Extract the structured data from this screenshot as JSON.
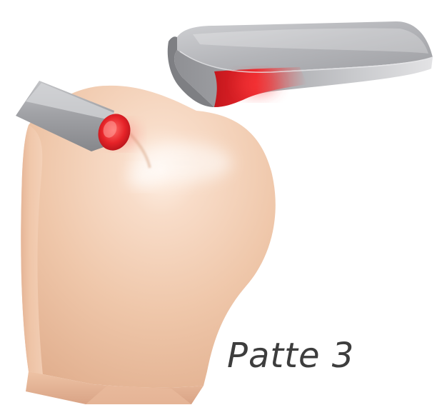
{
  "illustration": {
    "caption": "Patte 3",
    "parts": [
      "pale-finger-shape",
      "gray-cylinder-pad",
      "gray-curved-slab"
    ],
    "colors": {
      "background": "#ffffff",
      "skin": "#f2cdb2",
      "metal": "#a8a9ac",
      "highlight": "#e8242a",
      "caption": "#3d3d3d"
    }
  }
}
